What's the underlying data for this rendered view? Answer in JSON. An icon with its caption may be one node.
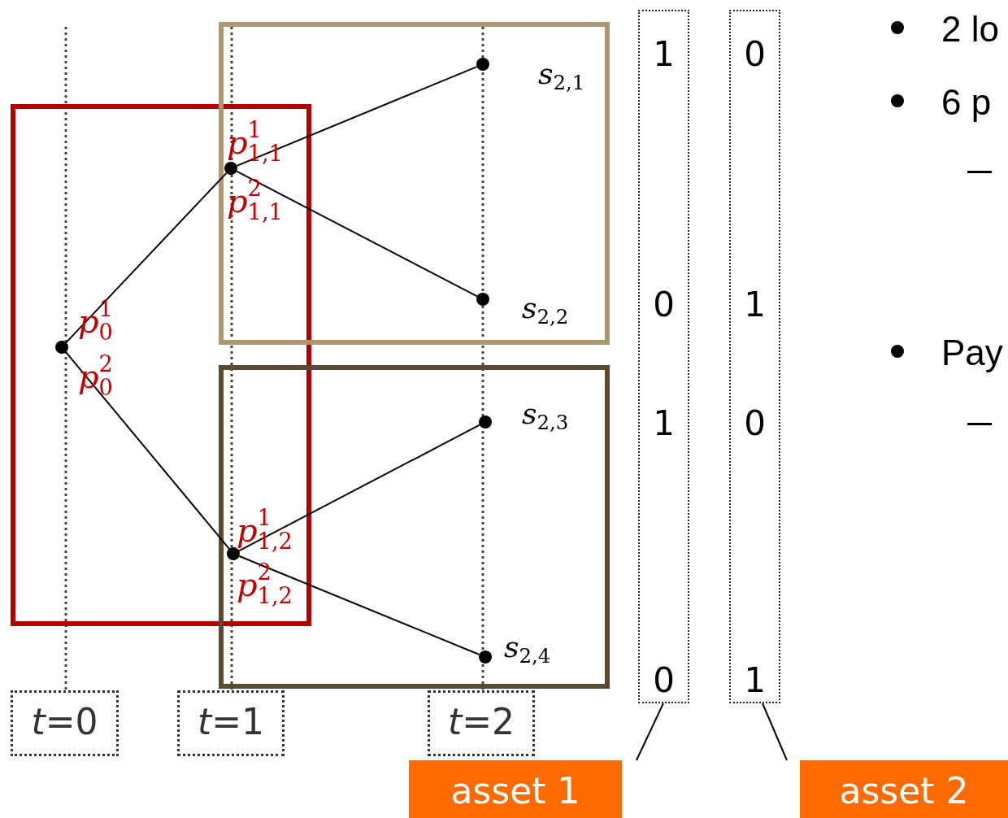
{
  "diagram": {
    "nodes": [
      {
        "text": [],
        "shape": "box"
      },
      {
        "text": [],
        "shape": "box"
      },
      {
        "text": [],
        "shape": "box"
      },
      {
        "text": [],
        "shape": "circle",
        "in": 0,
        "beside": [
          "*p*$^{1}$$_{0}$",
          "*p*$^{2}$$_{0}$"
        ]
      },
      {
        "text": [],
        "shape": "circle",
        "beside": [
          "*p*$^{1}$$_{1,1}$",
          "*p*$^{2}$$_{1,1}$"
        ]
      },
      {
        "text": [],
        "shape": "circle",
        "beside": [
          "*p*$^{1}$$_{1,2}$",
          "*p*$^{2}$$_{1,2}$"
        ]
      },
      {
        "text": [],
        "shape": "circle",
        "in": 1,
        "beside": [
          "*s*$_{2,1}$"
        ]
      },
      {
        "text": [],
        "shape": "circle",
        "in": 1,
        "beside": [
          "*s*$_{2,2}$"
        ]
      },
      {
        "text": [],
        "shape": "circle",
        "in": 2,
        "beside": [
          "*s*$_{2,3}$"
        ]
      },
      {
        "text": [],
        "shape": "circle",
        "in": 2,
        "beside": [
          "*s*$_{2,4}$"
        ]
      },
      {
        "text": [
          "*t*=0"
        ]
      },
      {
        "text": [
          "*t*=1"
        ]
      },
      {
        "text": [
          "*t*=2"
        ]
      },
      {
        "text": [
          "1",
          "0",
          "1",
          "0"
        ]
      },
      {
        "text": [
          "0",
          "1",
          "0",
          "1"
        ]
      },
      {
        "text": [
          "asset 1"
        ]
      },
      {
        "text": [
          "asset 2"
        ]
      }
    ],
    "edges": [
      {
        "from": 3,
        "to": 4,
        "arrow": "none"
      },
      {
        "from": 3,
        "to": 5,
        "arrow": "none"
      },
      {
        "from": 4,
        "to": 6,
        "arrow": "none"
      },
      {
        "from": 4,
        "to": 7,
        "arrow": "none"
      },
      {
        "from": 5,
        "to": 8,
        "arrow": "none"
      },
      {
        "from": 5,
        "to": 9,
        "arrow": "none"
      },
      {
        "from": 15,
        "to": 13,
        "arrow": "none"
      },
      {
        "from": 16,
        "to": 14,
        "arrow": "none"
      }
    ],
    "labels": [
      "2 lo",
      "6 p",
      "Pay"
    ]
  }
}
